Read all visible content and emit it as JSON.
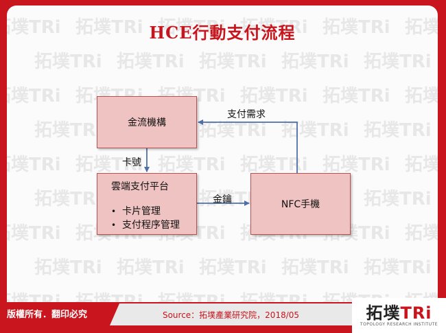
{
  "slide": {
    "title": "HCE行動支付流程"
  },
  "nodes": {
    "finance": {
      "label": "金流機構"
    },
    "cloud": {
      "title": "雲端支付平台",
      "bullets": [
        "卡片管理",
        "支付程序管理"
      ]
    },
    "nfc": {
      "label": "NFC手機"
    }
  },
  "edges": {
    "payment_demand": "支付需求",
    "card_number": "卡號",
    "key": "金鑰"
  },
  "footer": {
    "copyright": "版權所有．翻印必究",
    "source": "Source：拓墣產業研究院，2018/05"
  },
  "logo": {
    "text_cn": "拓墣",
    "text_tri": "TRi",
    "subtitle": "TOPOLOGY RESEARCH INSTITUTE"
  },
  "colors": {
    "brand_red": "#c8141c",
    "box_fill": "#efc3c2",
    "box_border": "#b5514f",
    "arrow": "#4f6fa8"
  }
}
